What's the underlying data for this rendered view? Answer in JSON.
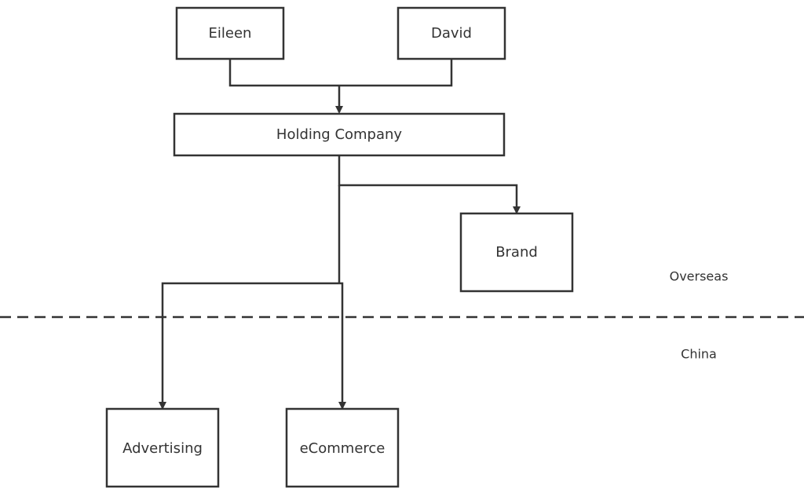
{
  "diagram": {
    "type": "org-chart",
    "stroke_color": "#333333",
    "background_color": "#ffffff",
    "nodes": {
      "eileen": "Eileen",
      "david": "David",
      "holding": "Holding Company",
      "brand": "Brand",
      "advertising": "Advertising",
      "ecommerce": "eCommerce"
    },
    "regions": {
      "overseas": "Overseas",
      "china": "China"
    },
    "edges": [
      {
        "from": "Eileen",
        "to": "Holding Company"
      },
      {
        "from": "David",
        "to": "Holding Company"
      },
      {
        "from": "Holding Company",
        "to": "Brand"
      },
      {
        "from": "Holding Company",
        "to": "Advertising"
      },
      {
        "from": "Holding Company",
        "to": "eCommerce"
      }
    ]
  }
}
